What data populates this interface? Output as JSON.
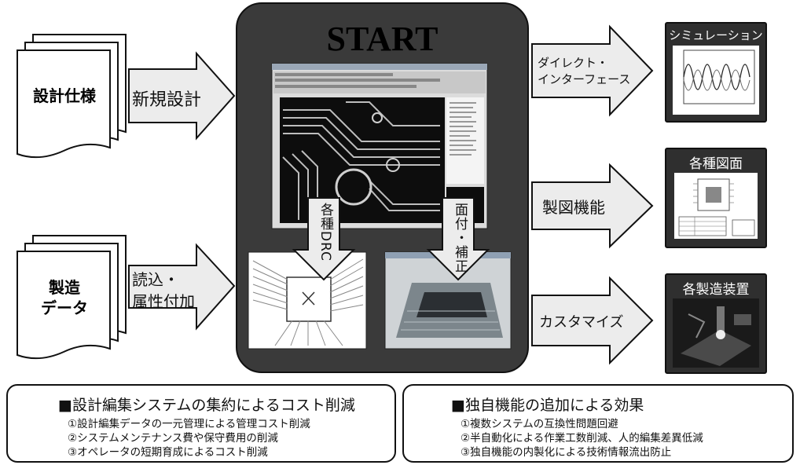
{
  "inputs": {
    "spec": "設計仕様",
    "new_design": "新規設計",
    "mfg_line1": "製造",
    "mfg_line2": "データ",
    "import_line1": "読込・",
    "import_line2": "属性付加"
  },
  "center": {
    "title": "START",
    "arrow_left": "各種DRC",
    "arrow_right": "面付・補正"
  },
  "outputs": {
    "direct_line1": "ダイレクト・",
    "direct_line2": "インターフェース",
    "drafting": "製図機能",
    "customize": "カスタマイズ",
    "sim_title": "シミュレーション",
    "drawings_title": "各種図面",
    "mfg_equipment_title": "各製造装置"
  },
  "bottom_left": {
    "title": "■設計編集システムの集約によるコスト削減",
    "items": [
      "①設計編集データの一元管理による管理コスト削減",
      "②システムメンテナンス費や保守費用の削減",
      "③オペレータの短期育成によるコスト削減"
    ]
  },
  "bottom_right": {
    "title": "■独自機能の追加による効果",
    "items": [
      "①複数システムの互換性問題回避",
      "②半自動化による作業工数削減、人的編集差異低減",
      "③独自機能の内製化による技術情報流出防止"
    ]
  },
  "colors": {
    "center_panel": "#3a3a3a",
    "arrow_fill": "#ececec",
    "output_box": "#2f2f2f"
  }
}
